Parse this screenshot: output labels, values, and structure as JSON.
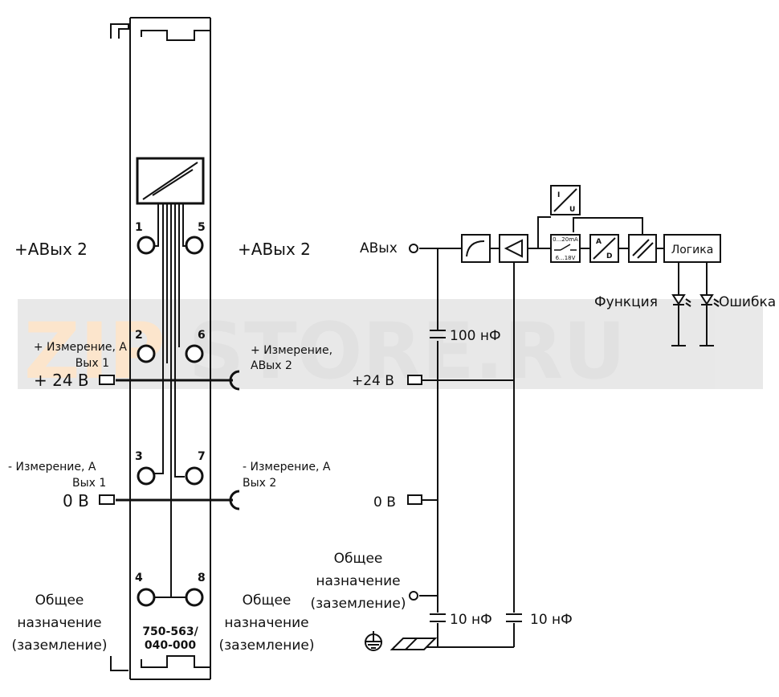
{
  "watermark": {
    "text_zip": "ZIP",
    "text_store": "STORE.RU"
  },
  "module": {
    "part_number_line1": "750-563/",
    "part_number_line2": "040-000",
    "pins": [
      "1",
      "2",
      "3",
      "4",
      "5",
      "6",
      "7",
      "8"
    ]
  },
  "left": {
    "aout2_left": "+AВых 2",
    "aout2_right": "+AВых 2",
    "meas_plus_1_line1": "+ Измерение, А",
    "meas_plus_1_line2": "Вых 1",
    "plus24": "+ 24 В",
    "meas_plus_2_line1": "+ Измерение,",
    "meas_plus_2_line2": "AВых 2",
    "meas_minus_1_line1": "- Измерение, А",
    "meas_minus_1_line2": "Вых 1",
    "zero_v": "0 В",
    "meas_minus_2_line1": "- Измерение, А",
    "meas_minus_2_line2": "Вых 2",
    "ground_left_line1": "Общее",
    "ground_left_line2": "назначение",
    "ground_left_line3": "(заземление)",
    "ground_right_line1": "Общее",
    "ground_right_line2": "назначение",
    "ground_right_line3": "(заземление)"
  },
  "right": {
    "aout": "AВых",
    "cap_100n": "100 нФ",
    "plus24": "+24 В",
    "zero_v": "0 В",
    "ground_line1": "Общее",
    "ground_line2": "назначение",
    "ground_line3": "(заземление)",
    "cap_10n_a": "10 нФ",
    "cap_10n_b": "10 нФ",
    "logic": "Логика",
    "function": "Функция",
    "error": "Ошибка",
    "iu_i": "I",
    "iu_u": "U",
    "sel_top": "0...20mA",
    "sel_bottom": "6...18V",
    "ad_a": "A",
    "ad_d": "D"
  }
}
